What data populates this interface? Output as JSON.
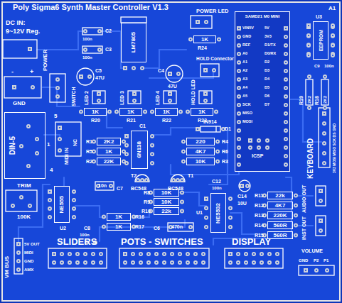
{
  "diagram": {
    "title": "Poly Sigma6 Synth Master Controller V1.3",
    "nodes": [
      {
        "text": [
          "LM7805"
        ]
      },
      {
        "text": [
          "1K"
        ]
      },
      {
        "text": [
          "1K"
        ]
      },
      {
        "text": [
          "1K"
        ]
      },
      {
        "text": [
          "1K"
        ]
      },
      {
        "text": [
          "1K"
        ]
      },
      {
        "text": [
          "DIN-5"
        ]
      },
      {
        "text": [
          "6N138"
        ]
      },
      {
        "text": [
          "2K2"
        ]
      },
      {
        "text": [
          "1K"
        ]
      },
      {
        "text": [
          "22K"
        ]
      },
      {
        "text": [
          "220"
        ]
      },
      {
        "text": [
          "4K7"
        ]
      },
      {
        "text": [
          "10K"
        ]
      },
      {
        "text": [
          "NE555"
        ]
      },
      {
        "text": [
          "1K"
        ]
      },
      {
        "text": [
          "1K"
        ]
      },
      {
        "text": [
          "10K"
        ]
      },
      {
        "text": [
          "10K"
        ]
      },
      {
        "text": [
          "22k"
        ]
      },
      {
        "text": [
          "NE5532"
        ]
      },
      {
        "text": [
          "22k"
        ]
      },
      {
        "text": [
          "4K7"
        ]
      },
      {
        "text": [
          "220K"
        ]
      },
      {
        "text": [
          "560R"
        ]
      },
      {
        "text": [
          "560R"
        ]
      },
      {
        "text": [
          "SAMD21 M0 MINI"
        ]
      },
      {
        "text": [
          "EEPROM"
        ]
      }
    ],
    "labels": [
      "DC IN:",
      "9~12V Reg.",
      "POWER",
      "C2",
      "100n",
      "C3",
      "100n",
      "POWER LED",
      "R24",
      "A1",
      "U3",
      "C9",
      "100n",
      "C5",
      "47U",
      "C4",
      "47U",
      "HOLD Connector",
      "-",
      "+",
      "GND",
      "SWITCH",
      "LED 2",
      "LED 3",
      "LED 4",
      "HOLD LED",
      "R20",
      "R21",
      "R22",
      "R23",
      "5",
      "1",
      "4",
      "MIDI IN",
      "NC",
      "R1",
      "R5",
      "R2",
      "C1",
      "IN914",
      "D1",
      "R4",
      "R6",
      "R3",
      "T2",
      "T1",
      "BC548",
      "BC548",
      "10n",
      "C7",
      "TRIM",
      "100K",
      "U2",
      "R16",
      "R17",
      "R8",
      "R9",
      "R10",
      "C8",
      "100n",
      "C6",
      "470n",
      "C12",
      "100n",
      "U1",
      "C14",
      "10U",
      "R11",
      "R12",
      "R13",
      "R14",
      "R15",
      "INST OUT",
      "AUDIO OUT",
      "VOLUME",
      "GND",
      "P2",
      "P1",
      "VM BUS",
      "5V OUT",
      "MIDI",
      "GND",
      "AMX",
      "SLIDERS",
      "POTS - SWITCHES",
      "DISPLAY",
      "KEYBOARD",
      "3V3 MOSI MISO SCK DS GND",
      "R19",
      "2K2",
      "R18",
      "2K2",
      "ICSP",
      "VIN5V",
      "GND",
      "REF",
      "A0",
      "A1",
      "A2",
      "A3",
      "A4",
      "A5",
      "SCK",
      "MISO",
      "MOSI",
      "5V",
      "3V3",
      "D1/TX",
      "D0/RX",
      "D2",
      "D3",
      "D4",
      "D5",
      "D6",
      "D7"
    ]
  }
}
